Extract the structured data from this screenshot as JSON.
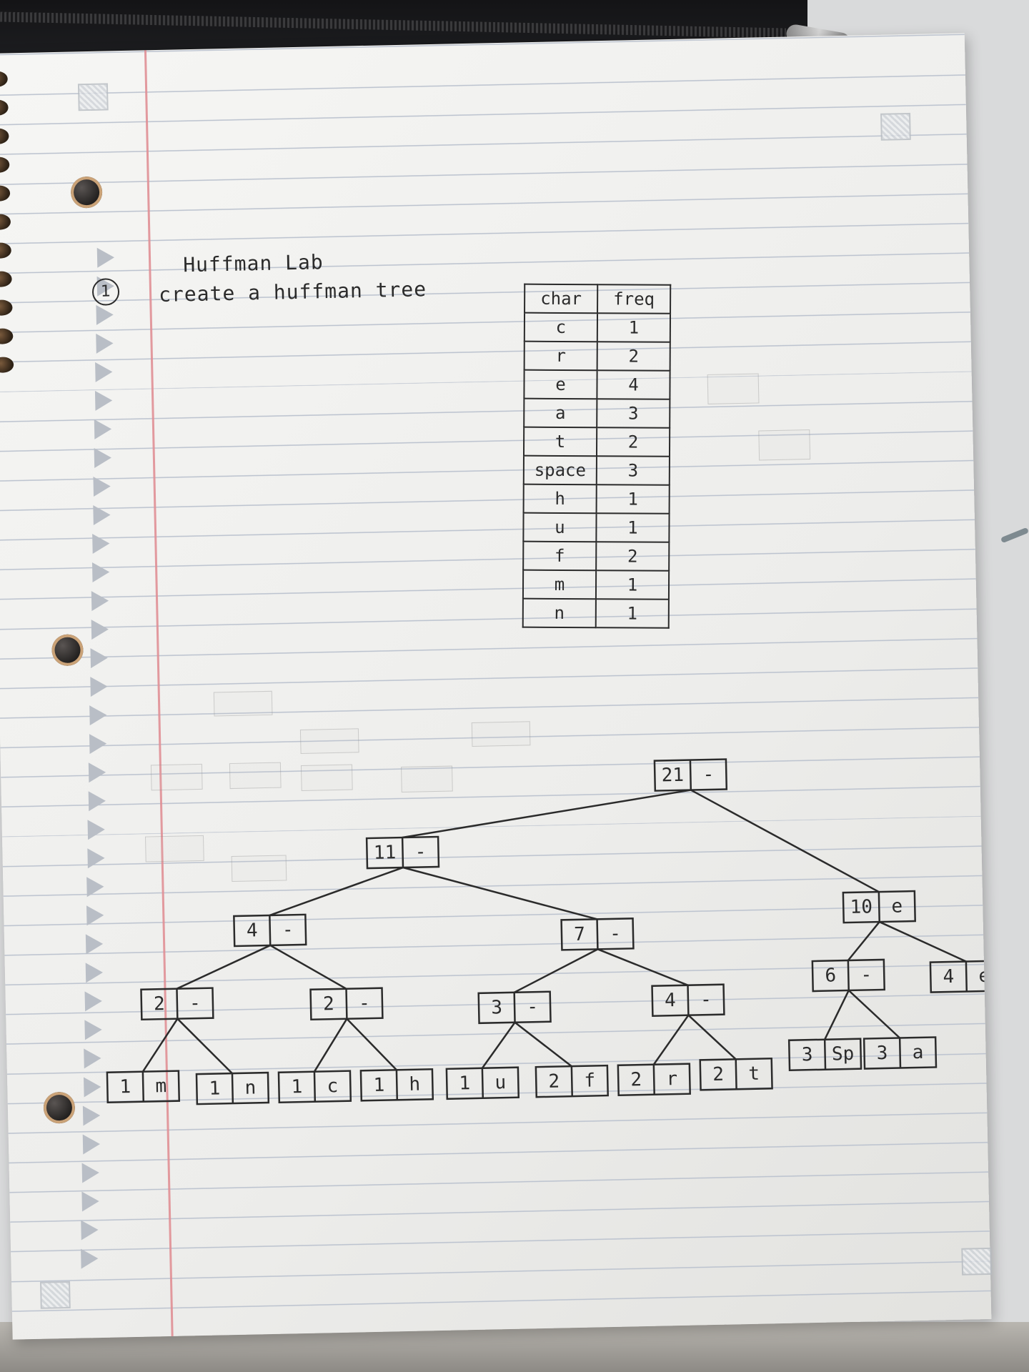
{
  "heading": {
    "title": "Huffman Lab",
    "question_number": "1",
    "prompt": "create a huffman tree"
  },
  "frequency_table": {
    "headers": [
      "char",
      "freq"
    ],
    "rows": [
      [
        "c",
        "1"
      ],
      [
        "r",
        "2"
      ],
      [
        "e",
        "4"
      ],
      [
        "a",
        "3"
      ],
      [
        "t",
        "2"
      ],
      [
        "space",
        "3"
      ],
      [
        "h",
        "1"
      ],
      [
        "u",
        "1"
      ],
      [
        "f",
        "2"
      ],
      [
        "m",
        "1"
      ],
      [
        "n",
        "1"
      ]
    ]
  },
  "huffman_tree": {
    "nodes": [
      {
        "id": "root",
        "weight": "21",
        "symbol": "-",
        "parent": null
      },
      {
        "id": "n11",
        "weight": "11",
        "symbol": "-",
        "parent": "root"
      },
      {
        "id": "n10",
        "weight": "10",
        "symbol": "e",
        "parent": "root"
      },
      {
        "id": "n4a",
        "weight": "4",
        "symbol": "-",
        "parent": "n11"
      },
      {
        "id": "n7",
        "weight": "7",
        "symbol": "-",
        "parent": "n11"
      },
      {
        "id": "n6",
        "weight": "6",
        "symbol": "-",
        "parent": "n10"
      },
      {
        "id": "le",
        "weight": "4",
        "symbol": "e",
        "parent": "n10"
      },
      {
        "id": "n2a",
        "weight": "2",
        "symbol": "-",
        "parent": "n4a"
      },
      {
        "id": "n2b",
        "weight": "2",
        "symbol": "-",
        "parent": "n4a"
      },
      {
        "id": "n3",
        "weight": "3",
        "symbol": "-",
        "parent": "n7"
      },
      {
        "id": "n4b",
        "weight": "4",
        "symbol": "-",
        "parent": "n7"
      },
      {
        "id": "lsp",
        "weight": "3",
        "symbol": "Sp",
        "parent": "n6"
      },
      {
        "id": "la",
        "weight": "3",
        "symbol": "a",
        "parent": "n6"
      },
      {
        "id": "lm",
        "weight": "1",
        "symbol": "m",
        "parent": "n2a"
      },
      {
        "id": "ln",
        "weight": "1",
        "symbol": "n",
        "parent": "n2a"
      },
      {
        "id": "lc",
        "weight": "1",
        "symbol": "c",
        "parent": "n2b"
      },
      {
        "id": "lh",
        "weight": "1",
        "symbol": "h",
        "parent": "n2b"
      },
      {
        "id": "lu",
        "weight": "1",
        "symbol": "u",
        "parent": "n3"
      },
      {
        "id": "lf",
        "weight": "2",
        "symbol": "f",
        "parent": "n3"
      },
      {
        "id": "lr",
        "weight": "2",
        "symbol": "r",
        "parent": "n4b"
      },
      {
        "id": "lt",
        "weight": "2",
        "symbol": "t",
        "parent": "n4b"
      }
    ]
  },
  "colors": {
    "ink": "#2b2b2b",
    "ruled_line": "#bcc3cf",
    "margin_line": "#e08f95",
    "paper": "#f3f3f1"
  }
}
